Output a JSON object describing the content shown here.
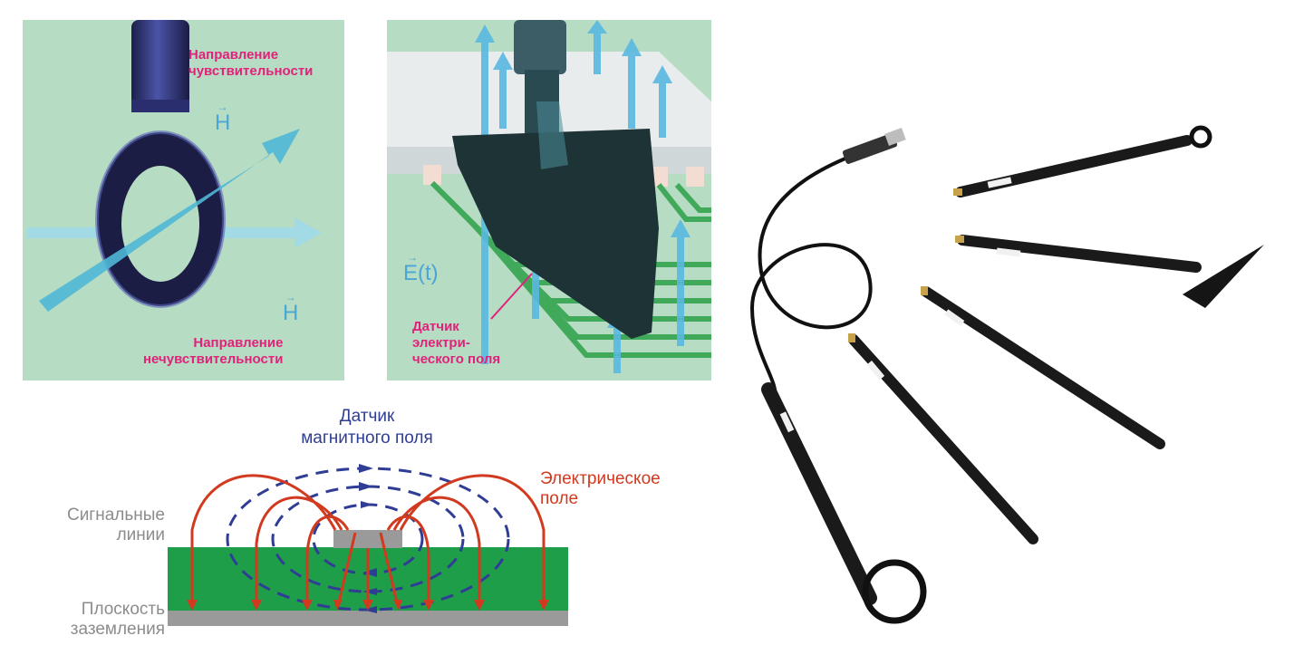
{
  "panel_loop": {
    "sensitive_label": "Направление\nчувствительности",
    "vector_top": "H",
    "vector_bottom": "H",
    "insensitive_label": "Направление\nнечувствительности"
  },
  "panel_blade": {
    "field_label": "E(t)",
    "sensor_label": "Датчик\nэлектри-\nческого поля"
  },
  "panel_cross": {
    "magnetic_label": "Датчик\nмагнитного поля",
    "electric_label": "Электрическое\nполе",
    "signal_label": "Сигнальные\nлинии",
    "ground_label": "Плоскость\nзаземления"
  },
  "colors": {
    "panel_bg": "#b6dcc3",
    "pink": "#e0227a",
    "vector_blue": "#4aa6d6",
    "pcb_green": "#1f9e4a",
    "field_red": "#d23a1f",
    "field_blue": "#2f3d95",
    "grey": "#8c8c8c"
  }
}
